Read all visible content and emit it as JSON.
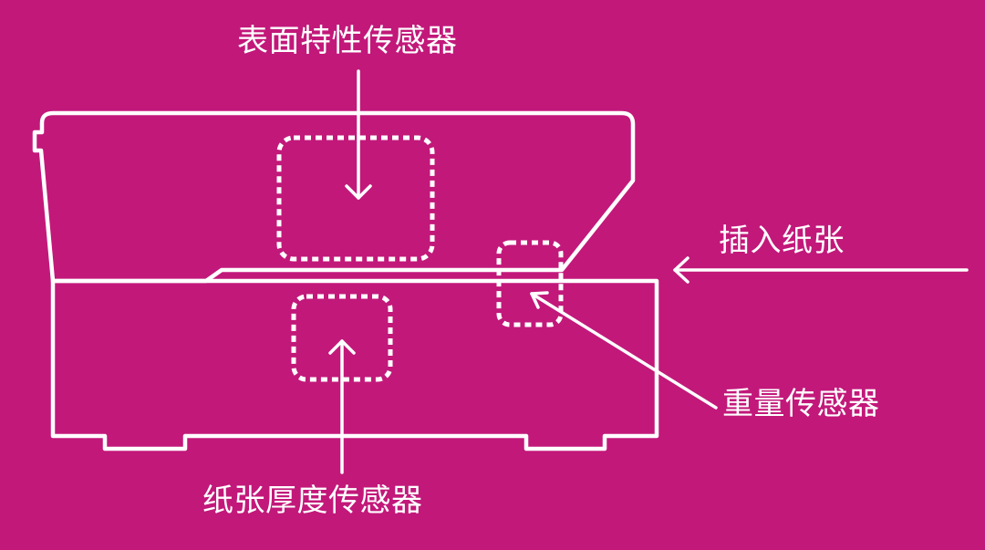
{
  "colors": {
    "background": "#C2187A",
    "stroke": "#FFFFFF"
  },
  "labels": {
    "surface_sensor": "表面特性传感器",
    "paper_insert": "插入纸张",
    "weight_sensor": "重量传感器",
    "thickness_sensor": "纸张厚度传感器"
  }
}
